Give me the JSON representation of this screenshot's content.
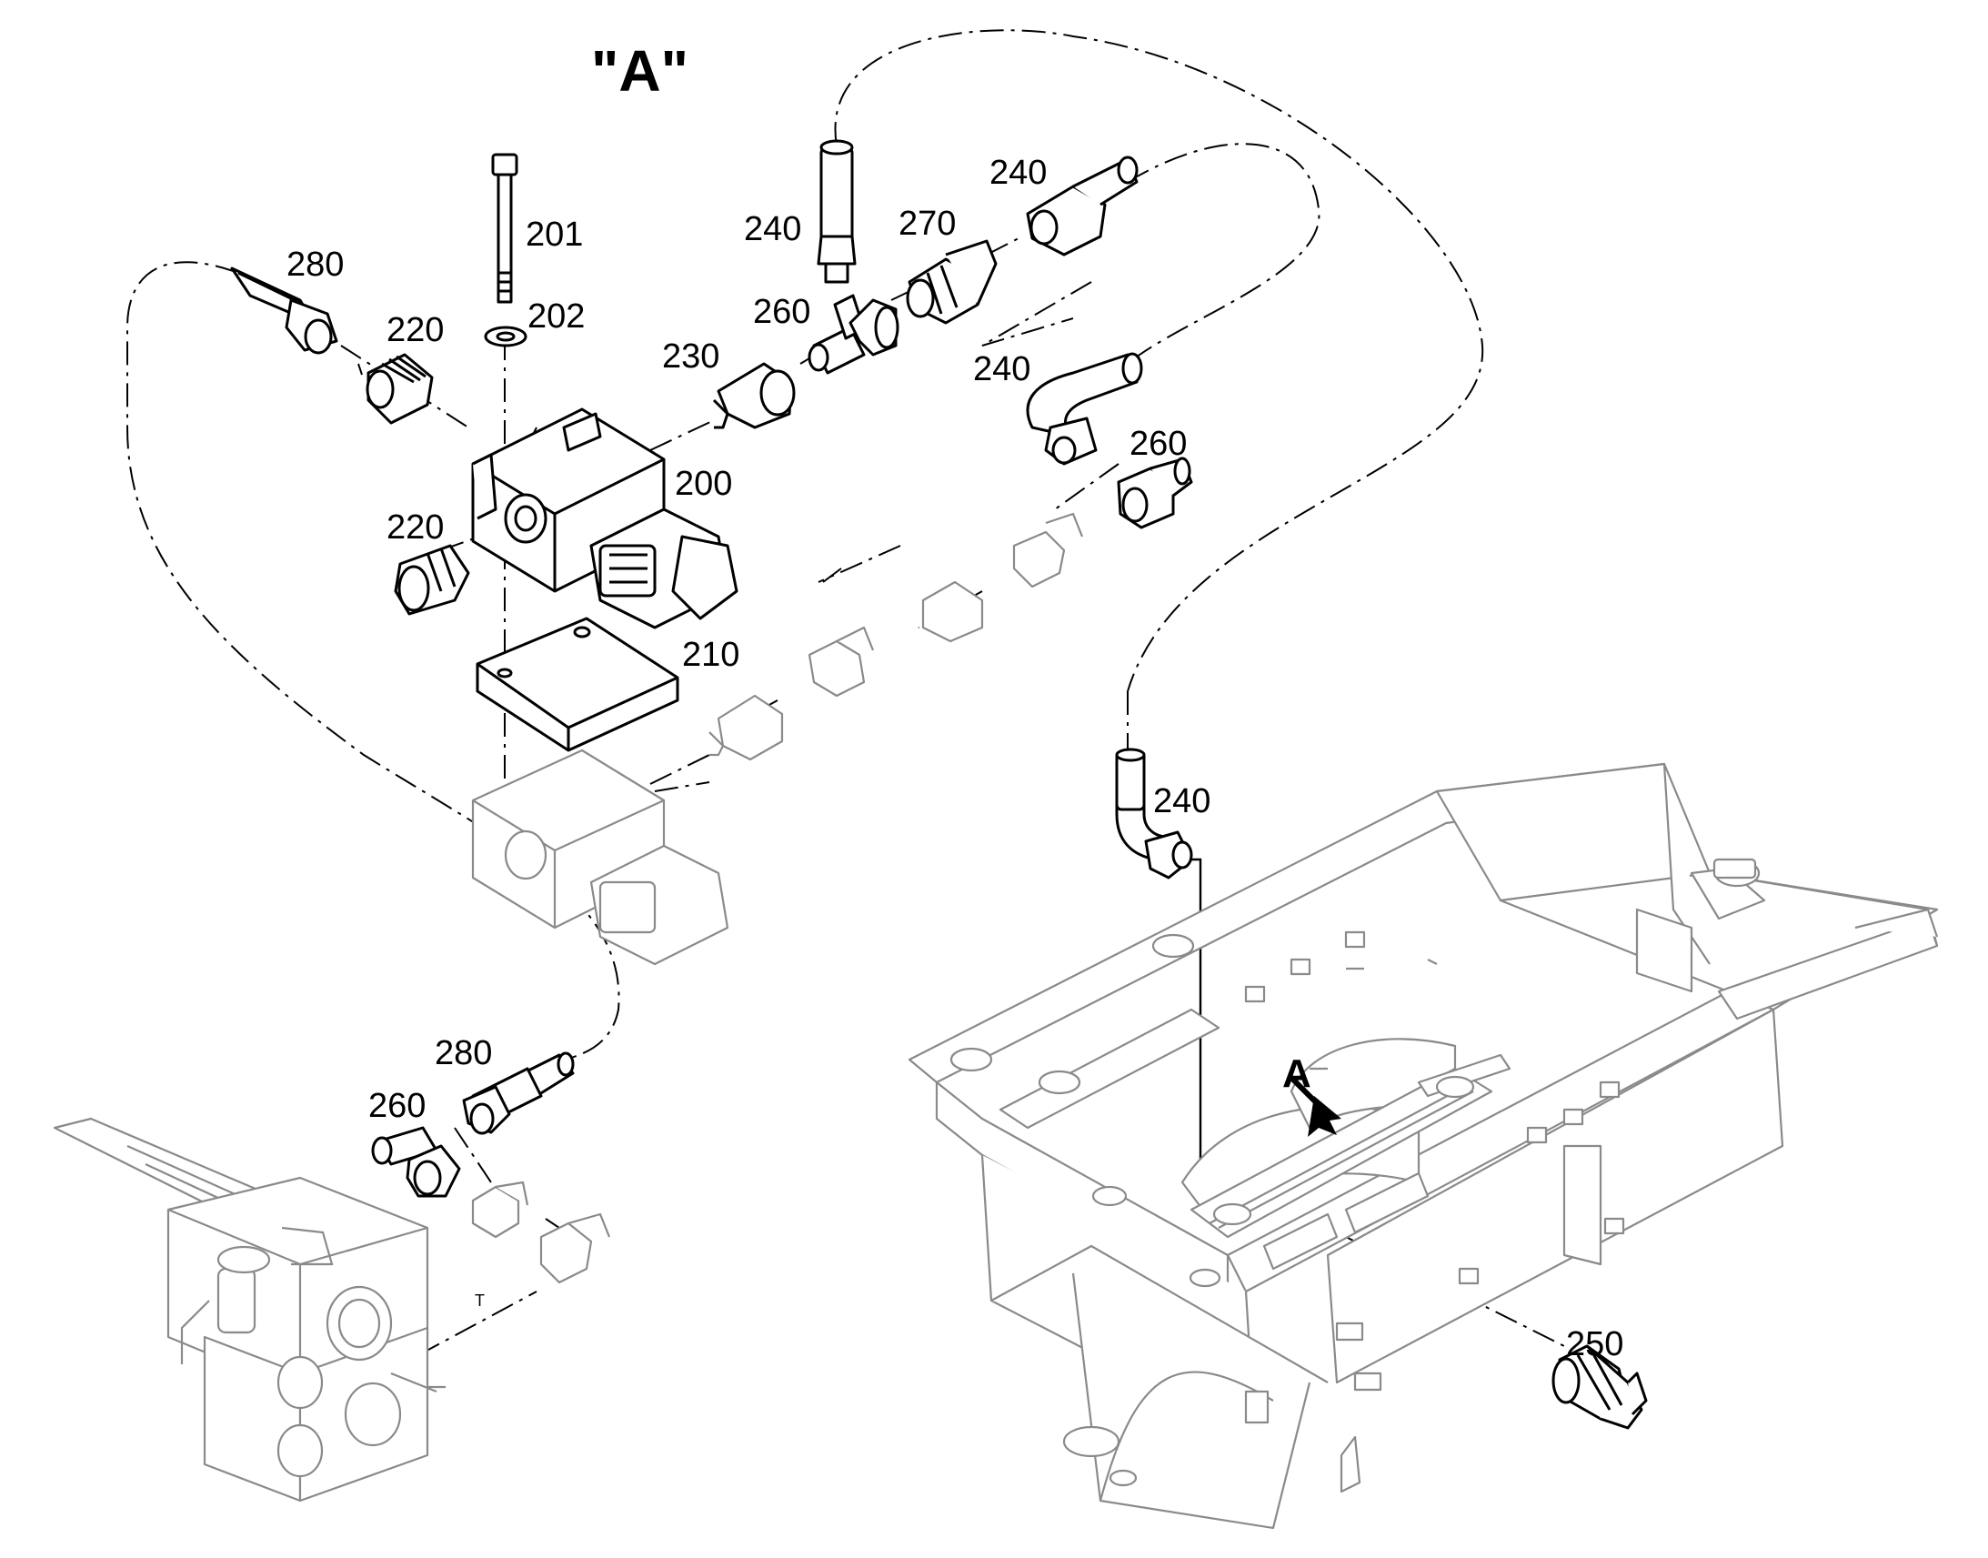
{
  "view_title": "\"A\"",
  "view_marker": "A",
  "port_mark": "T",
  "callouts": {
    "c280a": "280",
    "c201": "201",
    "c202": "202",
    "c220a": "220",
    "c240a": "240",
    "c270": "270",
    "c240b": "240",
    "c260a": "260",
    "c230": "230",
    "c240c": "240",
    "c260b": "260",
    "c200": "200",
    "c220b": "220",
    "c210": "210",
    "c240d": "240",
    "c280b": "280",
    "c260c": "260",
    "c250": "250"
  },
  "colors": {
    "line": "#000000",
    "faint": "#8a8a8a",
    "background": "#ffffff"
  }
}
